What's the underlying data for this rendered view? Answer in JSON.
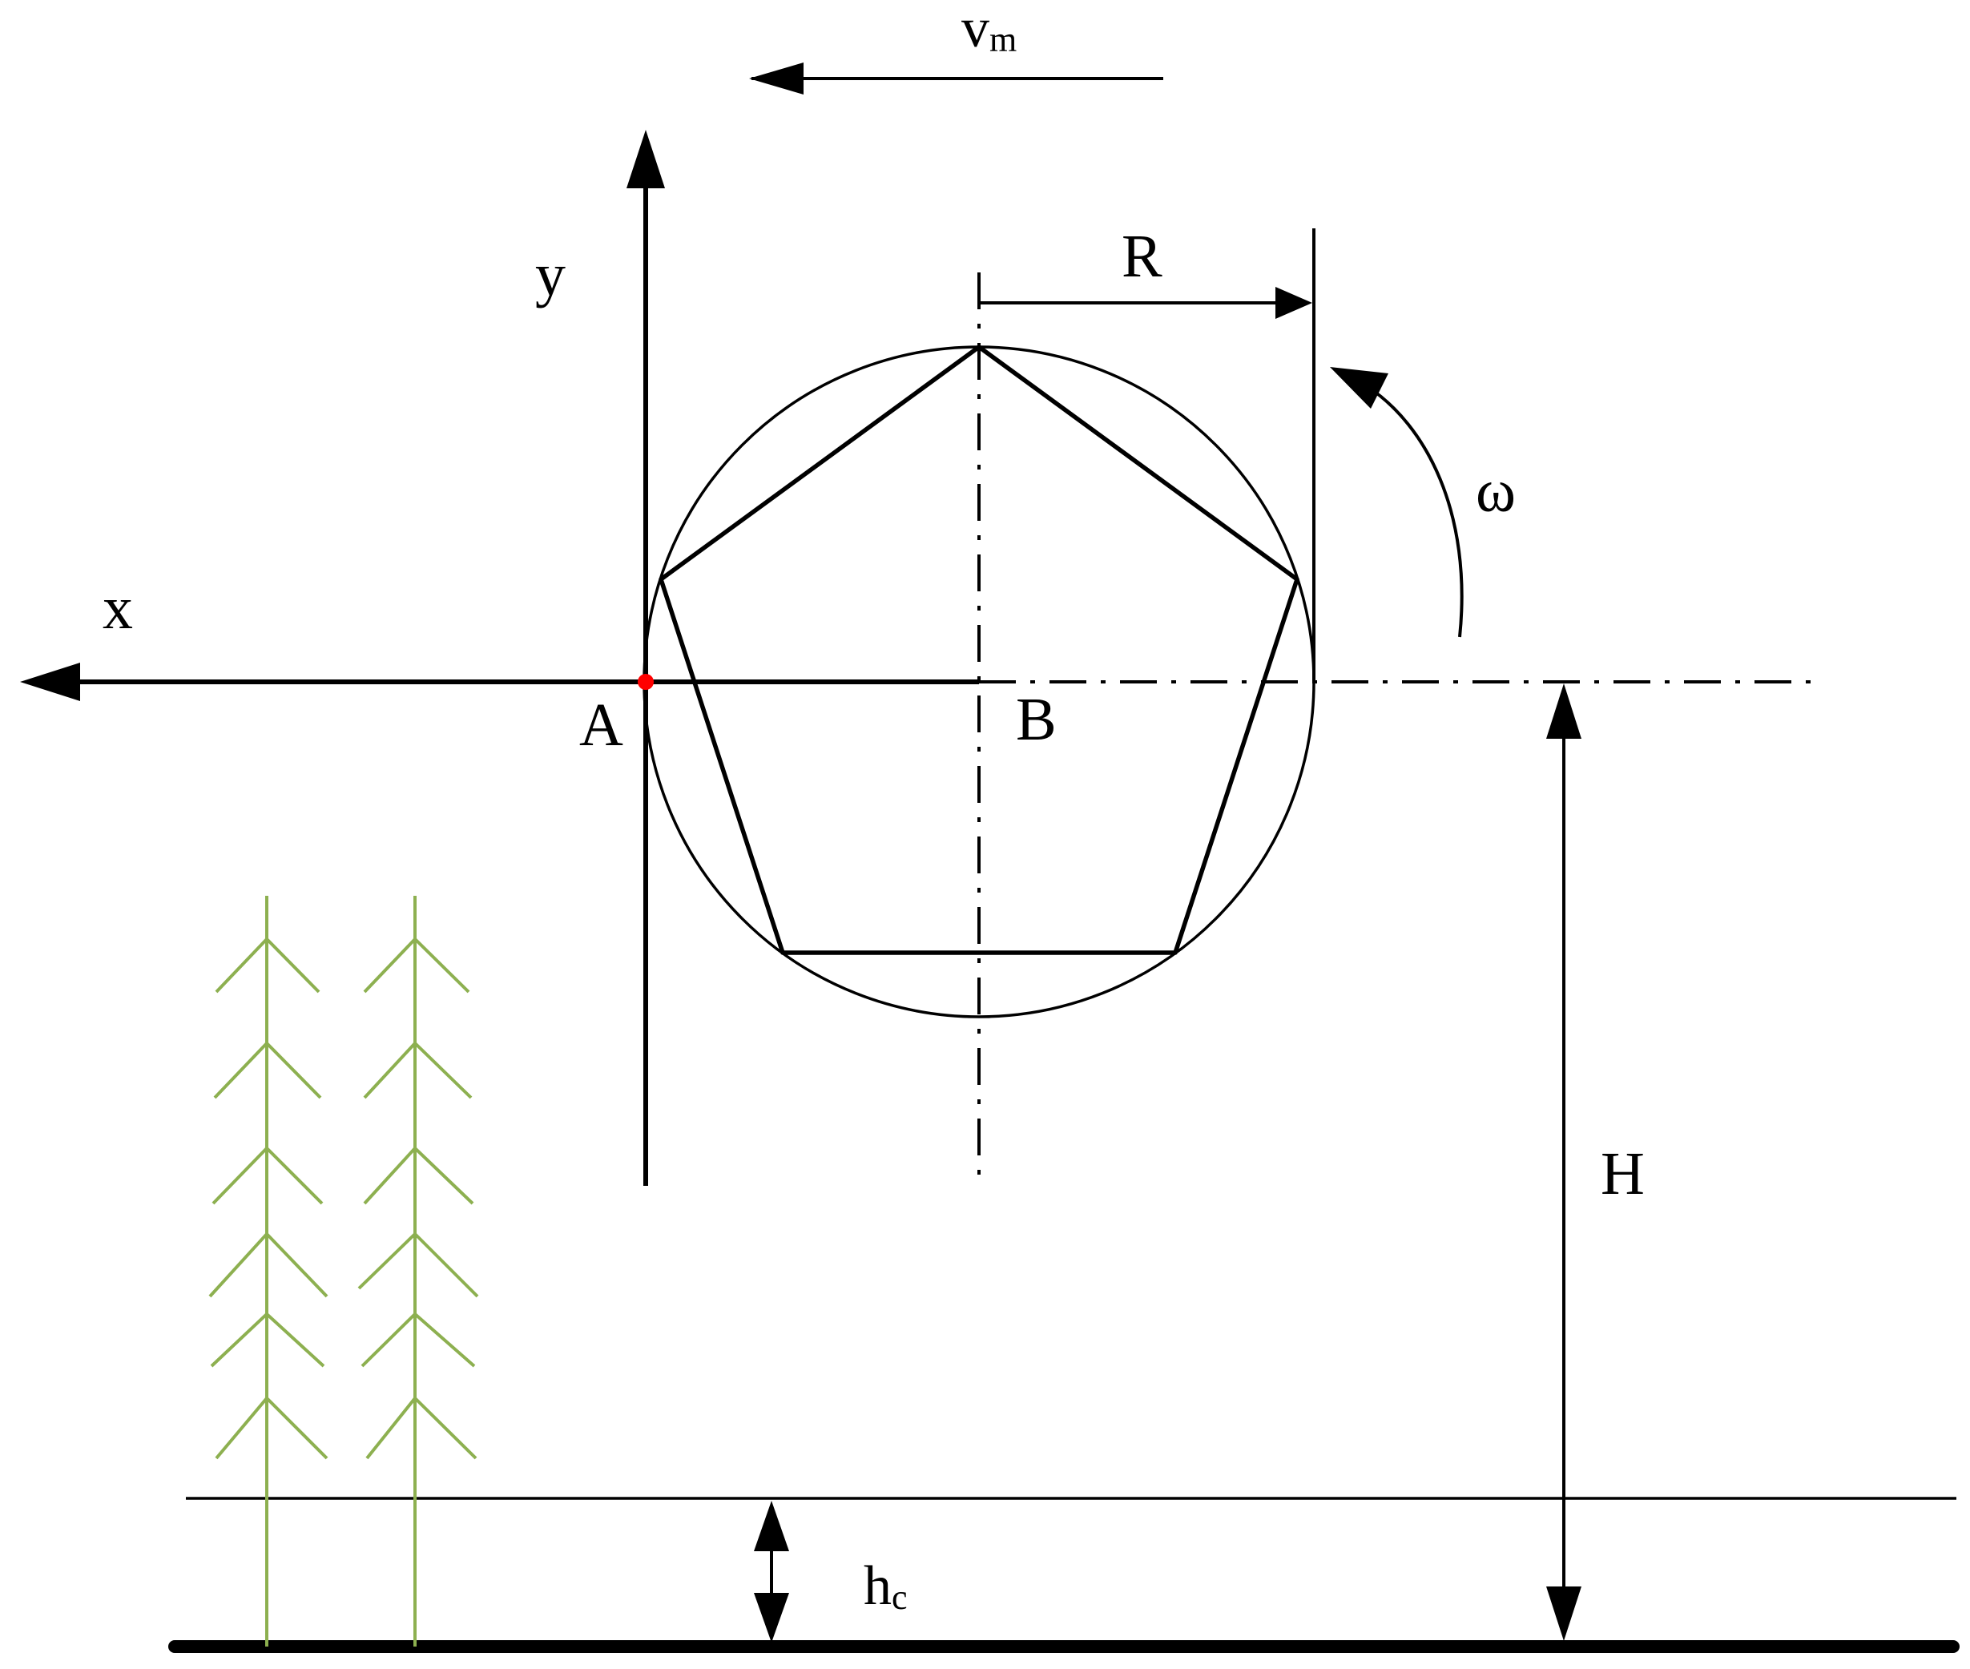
{
  "labels": {
    "x_axis": "x",
    "y_axis": "y",
    "point_a": "A",
    "point_b": "B",
    "radius": "R",
    "omega": "ω",
    "height": "H",
    "velocity_base": "v",
    "velocity_sub": "m",
    "crop_base": "h",
    "crop_sub": "c"
  },
  "colors": {
    "line": "#000000",
    "point_a": "#ff0000",
    "plants": "#8db050"
  }
}
